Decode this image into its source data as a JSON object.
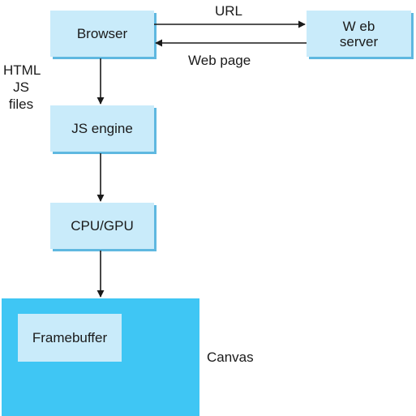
{
  "diagram": {
    "nodes": {
      "browser": "Browser",
      "web_server": "W eb\nserver",
      "js_engine": "JS engine",
      "cpu_gpu": "CPU/GPU",
      "framebuffer": "Framebuffer"
    },
    "labels": {
      "url": "URL",
      "web_page": "Web page",
      "files": "HTML\nJS\nfiles",
      "canvas": "Canvas"
    },
    "colors": {
      "box_fill": "#c9ebfa",
      "box_shadow": "#5fb8e0",
      "canvas_fill": "#3fc6f4",
      "arrow": "#1a1a1a"
    }
  }
}
